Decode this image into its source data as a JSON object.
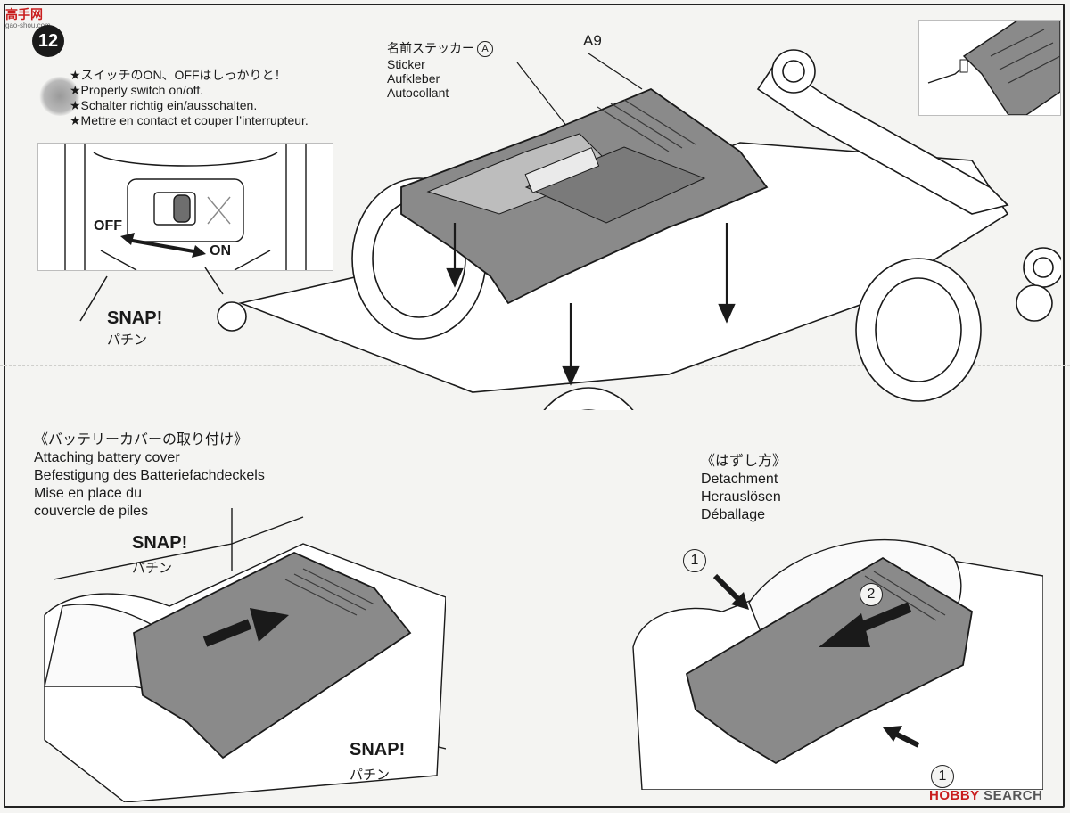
{
  "watermark_top": {
    "chars": "高手网",
    "sub": "gao-shou.com"
  },
  "step_number": "12",
  "switch_note": {
    "lines": [
      "★スイッチのON、OFFはしっかりと！",
      "★Properly switch on/off.",
      "★Schalter richtig ein/ausschalten.",
      "★Mettre en contact et couper l’interrupteur."
    ]
  },
  "switch_inset": {
    "off_label": "OFF",
    "on_label": "ON"
  },
  "sticker": {
    "jp": "名前ステッカー",
    "circle": "A",
    "lines": [
      "Sticker",
      "Aufkleber",
      "Autocollant"
    ],
    "part": "A9"
  },
  "snap_top": {
    "snap": "SNAP!",
    "pachin": "パチン"
  },
  "attaching": {
    "lines": [
      "《バッテリーカバーの取り付け》",
      "Attaching battery cover",
      "Befestigung des Batteriefachdeckels",
      "Mise en place du",
      "couvercle de piles"
    ],
    "snap1": "SNAP!",
    "pachin1": "パチン",
    "snap2": "SNAP!",
    "pachin2": "パチン"
  },
  "detach": {
    "lines": [
      "《はずし方》",
      "Detachment",
      "Herauslösen",
      "Déballage"
    ],
    "step1": "1",
    "step2": "2",
    "step1b": "1"
  },
  "watermark_bottom": {
    "hobby": "HOBBY",
    "search": "SEARCH"
  },
  "colors": {
    "part_gray": "#8a8a8a",
    "line": "#1a1a1a",
    "accent_red": "#c91d1d"
  }
}
